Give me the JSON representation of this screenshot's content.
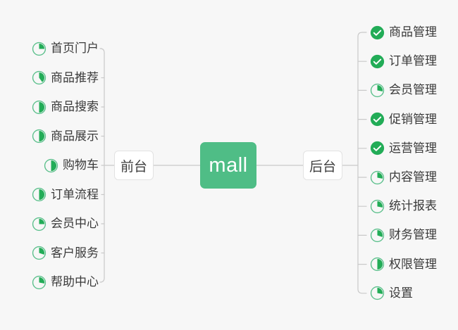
{
  "background_color": "#f7f7f7",
  "accent_color": "#4fbd86",
  "icon_ring_color": "#5cc08c",
  "icon_fill_color": "#22ac57",
  "connector_color": "#c9c9c9",
  "center": {
    "label": "mall",
    "bg": "#4fbd86",
    "text_color": "#ffffff"
  },
  "branches": [
    {
      "id": "frontend",
      "label": "前台",
      "side": "left"
    },
    {
      "id": "backend",
      "label": "后台",
      "side": "right"
    }
  ],
  "left_items": [
    {
      "label": "首页门户",
      "icon": "pie-progress-icon",
      "progress": 25
    },
    {
      "label": "商品推荐",
      "icon": "pie-progress-icon",
      "progress": 40
    },
    {
      "label": "商品搜索",
      "icon": "pie-progress-icon",
      "progress": 50
    },
    {
      "label": "商品展示",
      "icon": "pie-progress-icon",
      "progress": 50
    },
    {
      "label": "购物车",
      "icon": "pie-progress-icon",
      "progress": 50
    },
    {
      "label": "订单流程",
      "icon": "pie-progress-icon",
      "progress": 50
    },
    {
      "label": "会员中心",
      "icon": "pie-progress-icon",
      "progress": 25
    },
    {
      "label": "客户服务",
      "icon": "pie-progress-icon",
      "progress": 30
    },
    {
      "label": "帮助中心",
      "icon": "pie-progress-icon",
      "progress": 28
    }
  ],
  "right_items": [
    {
      "label": "商品管理",
      "icon": "check-circle-icon",
      "progress": 100
    },
    {
      "label": "订单管理",
      "icon": "check-circle-icon",
      "progress": 100
    },
    {
      "label": "会员管理",
      "icon": "pie-progress-icon",
      "progress": 28
    },
    {
      "label": "促销管理",
      "icon": "check-circle-icon",
      "progress": 100
    },
    {
      "label": "运营管理",
      "icon": "check-circle-icon",
      "progress": 100
    },
    {
      "label": "内容管理",
      "icon": "pie-progress-icon",
      "progress": 28
    },
    {
      "label": "统计报表",
      "icon": "pie-progress-icon",
      "progress": 28
    },
    {
      "label": "财务管理",
      "icon": "pie-progress-icon",
      "progress": 30
    },
    {
      "label": "权限管理",
      "icon": "pie-progress-icon",
      "progress": 50
    },
    {
      "label": "设置",
      "icon": "pie-progress-icon",
      "progress": 28
    }
  ]
}
